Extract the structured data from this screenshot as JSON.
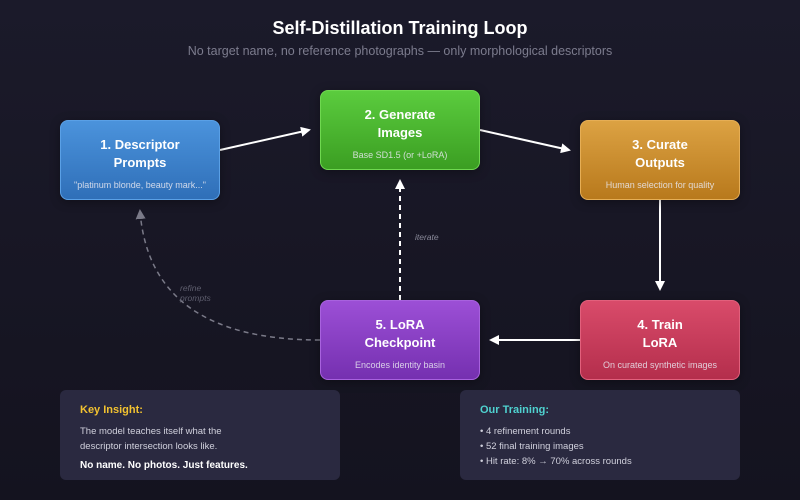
{
  "title": "Self-Distillation Training Loop",
  "subtitle": "No target name, no reference photographs — only morphological descriptors",
  "nodes": [
    {
      "label_line1": "1. Descriptor",
      "label_line2": "Prompts",
      "desc": "\"platinum blonde, beauty mark...\"",
      "color": "#3f82cc"
    },
    {
      "label_line1": "2. Generate",
      "label_line2": "Images",
      "desc": "Base SD1.5 (or +LoRA)",
      "color": "#4cb830"
    },
    {
      "label_line1": "3. Curate",
      "label_line2": "Outputs",
      "desc": "Human selection for quality",
      "color": "#cc8e2e"
    },
    {
      "label_line1": "4. Train",
      "label_line2": "LoRA",
      "desc": "On curated synthetic images",
      "color": "#c83c5b"
    },
    {
      "label_line1": "5. LoRA",
      "label_line2": "Checkpoint",
      "desc": "Encodes identity basin",
      "color": "#8a40c4"
    }
  ],
  "edge_labels": {
    "iterate": "iterate",
    "refine_line1": "refine",
    "refine_line2": "prompts"
  },
  "insight": {
    "heading": "Key Insight:",
    "line1": "The model teaches itself what the",
    "line2": "descriptor intersection looks like.",
    "bold": "No name. No photos. Just features."
  },
  "training": {
    "heading": "Our Training:",
    "items": [
      "• 4 refinement rounds",
      "• 52 final training images",
      "• Hit rate: 8% → 70% across rounds"
    ]
  }
}
